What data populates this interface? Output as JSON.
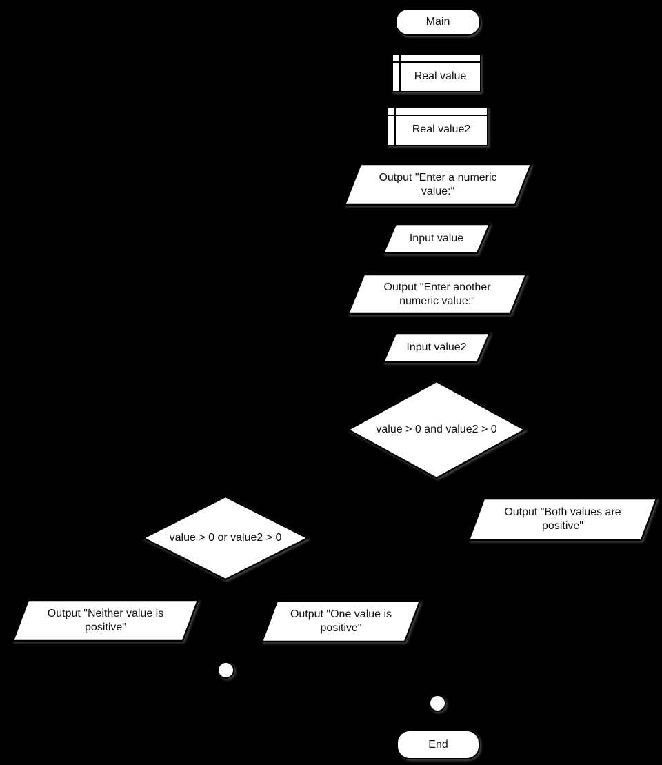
{
  "canvas": {
    "background_color": "#000000",
    "shape_fill_color": "#ffffff",
    "shape_stroke_color": "#000000",
    "text_color": "#111111"
  },
  "flowchart": {
    "nodes": {
      "start": {
        "type": "terminal",
        "label": "Main"
      },
      "declare_value": {
        "type": "declaration",
        "label": "Real value"
      },
      "declare_value2": {
        "type": "declaration",
        "label": "Real value2"
      },
      "output_prompt1": {
        "type": "output",
        "label": "Output \"Enter a numeric value:\""
      },
      "input_value": {
        "type": "input",
        "label": "Input value"
      },
      "output_prompt2": {
        "type": "output",
        "label": "Output \"Enter another numeric value:\""
      },
      "input_value2": {
        "type": "input",
        "label": "Input value2"
      },
      "decision_and": {
        "type": "decision",
        "label": "value > 0 and value2 > 0"
      },
      "output_both": {
        "type": "output",
        "label": "Output \"Both values are positive\""
      },
      "decision_or": {
        "type": "decision",
        "label": "value > 0 or value2 > 0"
      },
      "output_neither": {
        "type": "output",
        "label": "Output \"Neither value is positive\""
      },
      "output_one": {
        "type": "output",
        "label": "Output \"One value is positive\""
      },
      "end": {
        "type": "terminal",
        "label": "End"
      }
    }
  }
}
